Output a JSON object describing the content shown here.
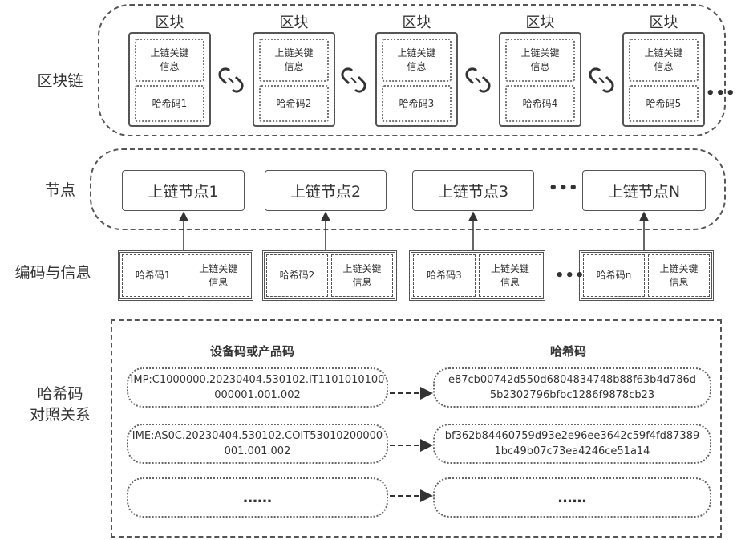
{
  "labels": {
    "blockchain": "区块链",
    "nodes": "节点",
    "encoding": "编码与信息",
    "mapping": "哈希码\n对照关系"
  },
  "blocks": [
    {
      "title": "区块",
      "info": "上链关键\n信息",
      "hash": "哈希码1"
    },
    {
      "title": "区块",
      "info": "上链关键\n信息",
      "hash": "哈希码2"
    },
    {
      "title": "区块",
      "info": "上链关键\n信息",
      "hash": "哈希码3"
    },
    {
      "title": "区块",
      "info": "上链关键\n信息",
      "hash": "哈希码4"
    },
    {
      "title": "区块",
      "info": "上链关键\n信息",
      "hash": "哈希码5"
    }
  ],
  "block_more": "•••",
  "nodes": [
    "上链节点1",
    "上链节点2",
    "上链节点3",
    "上链节点N"
  ],
  "node_more": "•••",
  "encodings": [
    {
      "hash": "哈希码1",
      "info": "上链关键\n信息"
    },
    {
      "hash": "哈希码2",
      "info": "上链关键\n信息"
    },
    {
      "hash": "哈希码3",
      "info": "上链关键\n信息"
    },
    {
      "hash": "哈希码n",
      "info": "上链关键\n信息"
    }
  ],
  "encoding_more": "•••",
  "mapping": {
    "header_left": "设备码或产品码",
    "header_right": "哈希码",
    "rows": [
      {
        "code": "IMP:C1000000.20230404.530102.IT1101010100\n000001.001.002",
        "hash": "e87cb00742d550d6804834748b88f63b4d786d\n5b2302796bfbc1286f9878cb23"
      },
      {
        "code": "IME:AS0C.20230404.530102.COIT53010200000\n001.001.002",
        "hash": "bf362b84460759d93e2e96ee3642c59f4fd87389\n1bc49b07c73ea4246ce51a14"
      },
      {
        "code": "……",
        "hash": "……"
      }
    ]
  }
}
